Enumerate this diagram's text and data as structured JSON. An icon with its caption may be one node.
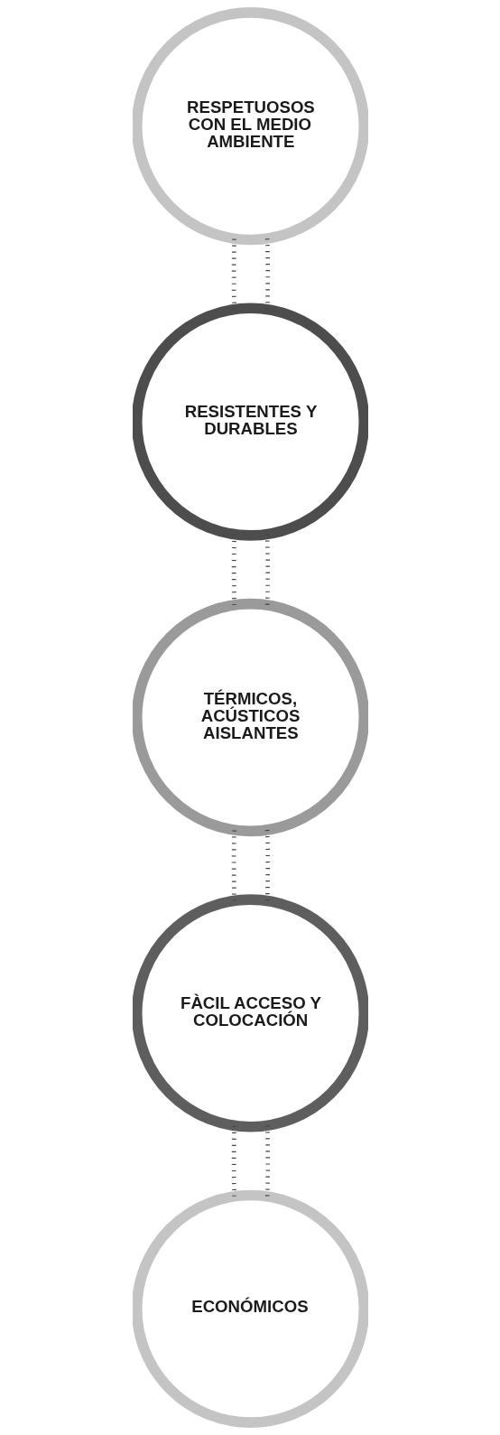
{
  "diagram": {
    "nodes": [
      {
        "text": [
          "RESPETUOSOS CON EL MEDIO AMBIENTE"
        ]
      },
      {
        "text": [
          "RESISTENTES Y DURABLES"
        ]
      },
      {
        "text": [
          "TÉRMICOS, ACÚSTICOS AISLANTES"
        ]
      },
      {
        "text": [
          "FÀCIL ACCESO Y COLOCACIÓN"
        ]
      },
      {
        "text": [
          "ECONÓMICOS"
        ]
      }
    ],
    "edges": [
      {
        "from": 0,
        "to": 1,
        "arrow": "none"
      },
      {
        "from": 0,
        "to": 1,
        "arrow": "none"
      },
      {
        "from": 1,
        "to": 2,
        "arrow": "none"
      },
      {
        "from": 1,
        "to": 2,
        "arrow": "none"
      },
      {
        "from": 2,
        "to": 3,
        "arrow": "none"
      },
      {
        "from": 2,
        "to": 3,
        "arrow": "none"
      },
      {
        "from": 3,
        "to": 4,
        "arrow": "none"
      },
      {
        "from": 3,
        "to": 4,
        "arrow": "none"
      }
    ]
  }
}
